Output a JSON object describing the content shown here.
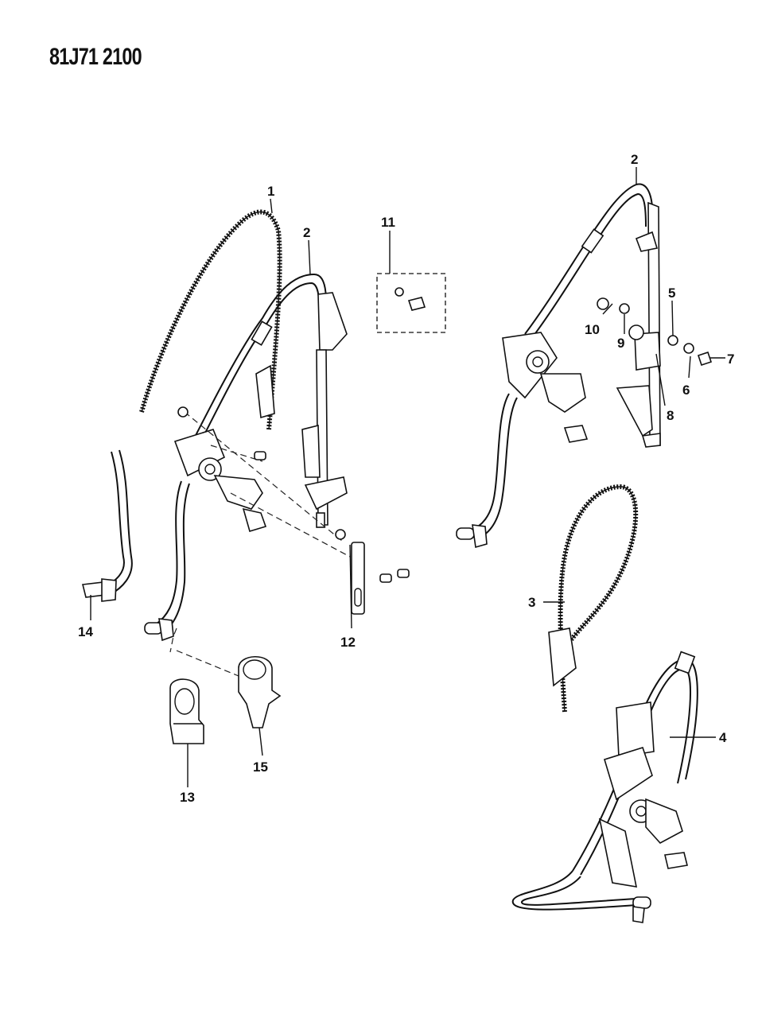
{
  "diagram_code": "81J71 2100",
  "callouts": {
    "c1": "1",
    "c2a": "2",
    "c2b": "2",
    "c3": "3",
    "c4": "4",
    "c5": "5",
    "c6": "6",
    "c7": "7",
    "c8": "8",
    "c9": "9",
    "c10": "10",
    "c11": "11",
    "c12": "12",
    "c13": "13",
    "c14": "14",
    "c15": "15"
  }
}
